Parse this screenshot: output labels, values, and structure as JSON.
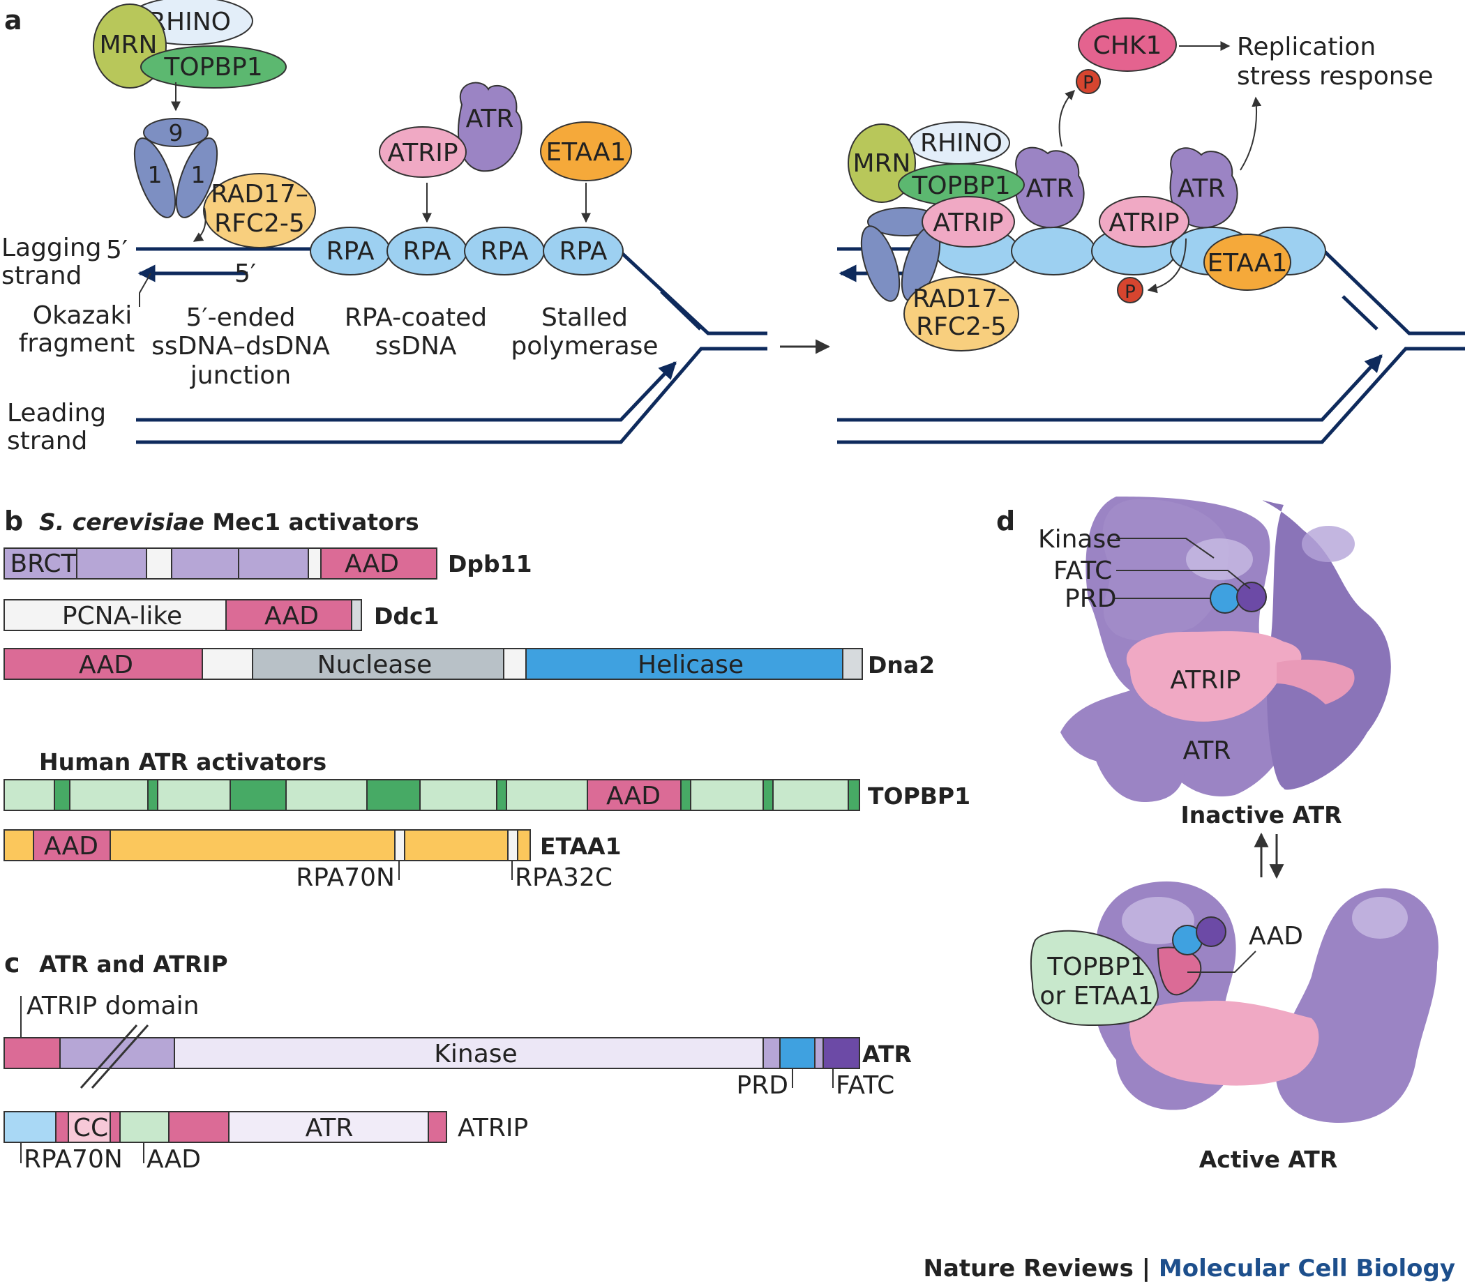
{
  "panels": {
    "a": "a",
    "b": "b",
    "c": "c",
    "d": "d"
  },
  "panel_a": {
    "mrn": "MRN",
    "rhino": "RHINO",
    "topbp1": "TOPBP1",
    "clamp_9": "9",
    "clamp_1a": "1",
    "clamp_1b": "1",
    "rad17_line1": "RAD17–",
    "rad17_line2": "RFC2-5",
    "atr": "ATR",
    "atrip": "ATRIP",
    "etaa1": "ETAA1",
    "rpa": "RPA",
    "lagging_line1": "Lagging",
    "lagging_line2": "strand",
    "five_prime": "5′",
    "okazaki_line1": "Okazaki",
    "okazaki_line2": "fragment",
    "junction_line1": "5′-ended",
    "junction_line2": "ssDNA–dsDNA",
    "junction_line3": "junction",
    "rpa_coated_line1": "RPA-coated",
    "rpa_coated_line2": "ssDNA",
    "stalled_line1": "Stalled",
    "stalled_line2": "polymerase",
    "leading_line1": "Leading",
    "leading_line2": "strand",
    "chk1": "CHK1",
    "phospho": "P",
    "response_line1": "Replication",
    "response_line2": "stress response"
  },
  "panel_b": {
    "title_species": "S. cerevisiae",
    "title_rest": " Mec1 activators",
    "brct": "BRCT",
    "aad": "AAD",
    "dpb11": "Dpb11",
    "pcna_like": "PCNA-like",
    "ddc1": "Ddc1",
    "nuclease": "Nuclease",
    "helicase": "Helicase",
    "dna2": "Dna2",
    "human_title": "Human ATR activators",
    "topbp1": "TOPBP1",
    "etaa1": "ETAA1",
    "rpa70n": "RPA70N",
    "rpa32c": "RPA32C"
  },
  "panel_c": {
    "title": "ATR and ATRIP",
    "atrip_domain": "ATRIP domain",
    "kinase": "Kinase",
    "atr": "ATR",
    "prd": "PRD",
    "fatc": "FATC",
    "cc": "CC",
    "atr_inner": "ATR",
    "atrip": "ATRIP",
    "rpa70n": "RPA70N",
    "aad": "AAD"
  },
  "panel_d": {
    "kinase": "Kinase",
    "fatc": "FATC",
    "prd": "PRD",
    "atrip": "ATRIP",
    "atr": "ATR",
    "inactive": "Inactive ATR",
    "active": "Active ATR",
    "aad": "AAD",
    "activator_line1": "TOPBP1",
    "activator_line2": "or ETAA1"
  },
  "footer": {
    "journal": "Nature Reviews",
    "separator": " | ",
    "section": "Molecular Cell Biology"
  },
  "colors": {
    "strand": "#0e2a5c",
    "mrn": "#b8c75a",
    "rhino": "#e3eef9",
    "topbp1": "#5cb870",
    "clamp": "#7d8fc2",
    "rad17": "#f8cf7e",
    "atrip": "#f0a9c4",
    "atr": "#9b84c4",
    "etaa1": "#f5a93a",
    "rpa": "#9dd0f1",
    "chk1": "#e4638f",
    "phospho": "#d6452f",
    "aad": "#db6b96",
    "purple_domain": "#b6a6d6",
    "nuclease": "#b8c1c7",
    "helicase": "#3fa1e0",
    "topbp1_bar": "#c8e8cc",
    "topbp1_dark": "#47aa65",
    "etaa1_bar": "#fbc75c",
    "kinase_bar": "#ece7f6",
    "fatc": "#6c4aa6",
    "footer_blue": "#1d4f8c"
  }
}
